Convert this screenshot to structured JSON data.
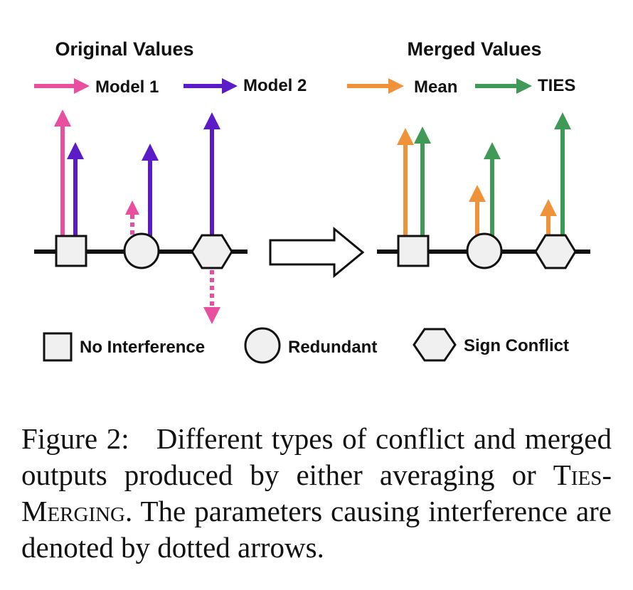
{
  "titles": {
    "original": "Original Values",
    "merged": "Merged Values"
  },
  "legend_models": {
    "model1": "Model 1",
    "model2": "Model 2",
    "mean": "Mean",
    "ties": "TIES"
  },
  "legend_shapes": {
    "no_interference": "No Interference",
    "redundant": "Redundant",
    "sign_conflict": "Sign Conflict"
  },
  "caption": {
    "prefix": "Figure 2:",
    "text1": "Different types of conflict and merged outputs produced by either averaging or",
    "ties_small": "Ties-Merging",
    "text2": ". The parameters causing interference are denoted by dotted arrows."
  },
  "colors": {
    "model1": "#e8509f",
    "model2": "#5b1cc8",
    "mean": "#f0923a",
    "ties": "#3e9a56",
    "shape_fill": "#f0f0f0",
    "line": "#111111"
  }
}
